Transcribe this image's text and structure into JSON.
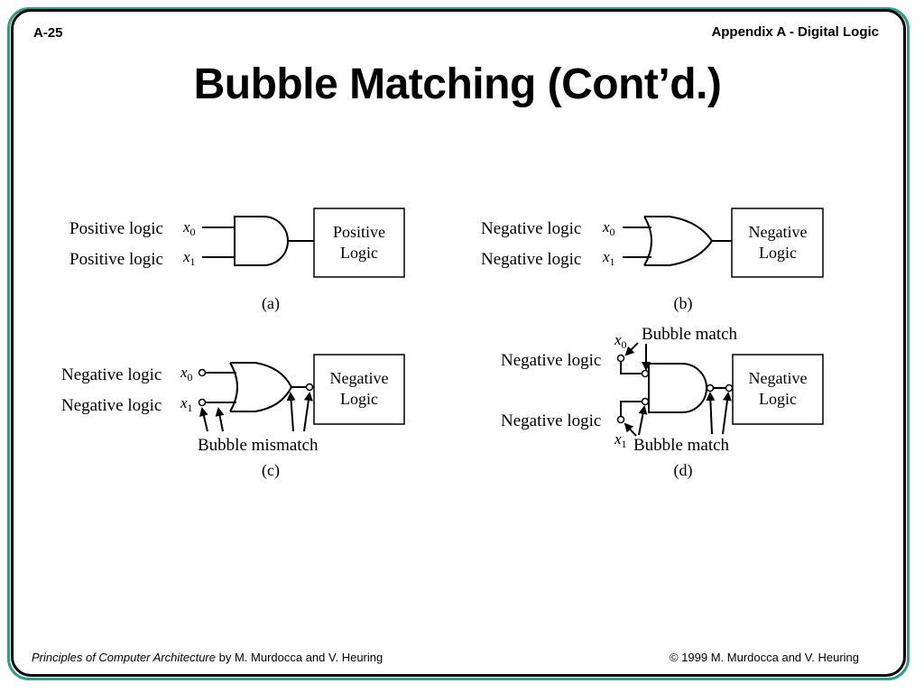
{
  "header": {
    "page_number": "A-25",
    "section_title": "Appendix A - Digital Logic"
  },
  "slide": {
    "title": "Bubble Matching (Cont’d.)"
  },
  "panels": {
    "a": {
      "caption": "(a)",
      "input_label_top": "Positive logic",
      "input_label_bottom": "Positive logic",
      "var_top": "x",
      "var_top_sub": "0",
      "var_bottom": "x",
      "var_bottom_sub": "1",
      "box_line1": "Positive",
      "box_line2": "Logic"
    },
    "b": {
      "caption": "(b)",
      "input_label_top": "Negative logic",
      "input_label_bottom": "Negative logic",
      "var_top": "x",
      "var_top_sub": "0",
      "var_bottom": "x",
      "var_bottom_sub": "1",
      "box_line1": "Negative",
      "box_line2": "Logic"
    },
    "c": {
      "caption": "(c)",
      "input_label_top": "Negative logic",
      "input_label_bottom": "Negative logic",
      "var_top": "x",
      "var_top_sub": "0",
      "var_bottom": "x",
      "var_bottom_sub": "1",
      "box_line1": "Negative",
      "box_line2": "Logic",
      "annotation": "Bubble mismatch"
    },
    "d": {
      "caption": "(d)",
      "input_label_top": "Negative logic",
      "input_label_bottom": "Negative logic",
      "var_top": "x",
      "var_top_sub": "0",
      "var_bottom": "x",
      "var_bottom_sub": "1",
      "box_line1": "Negative",
      "box_line2": "Logic",
      "annotation_top": "Bubble match",
      "annotation_bottom": "Bubble match"
    }
  },
  "footer": {
    "book_title": "Principles of Computer Architecture",
    "authors": " by M. Murdocca and V. Heuring",
    "copyright": "© 1999 M. Murdocca and V. Heuring"
  }
}
